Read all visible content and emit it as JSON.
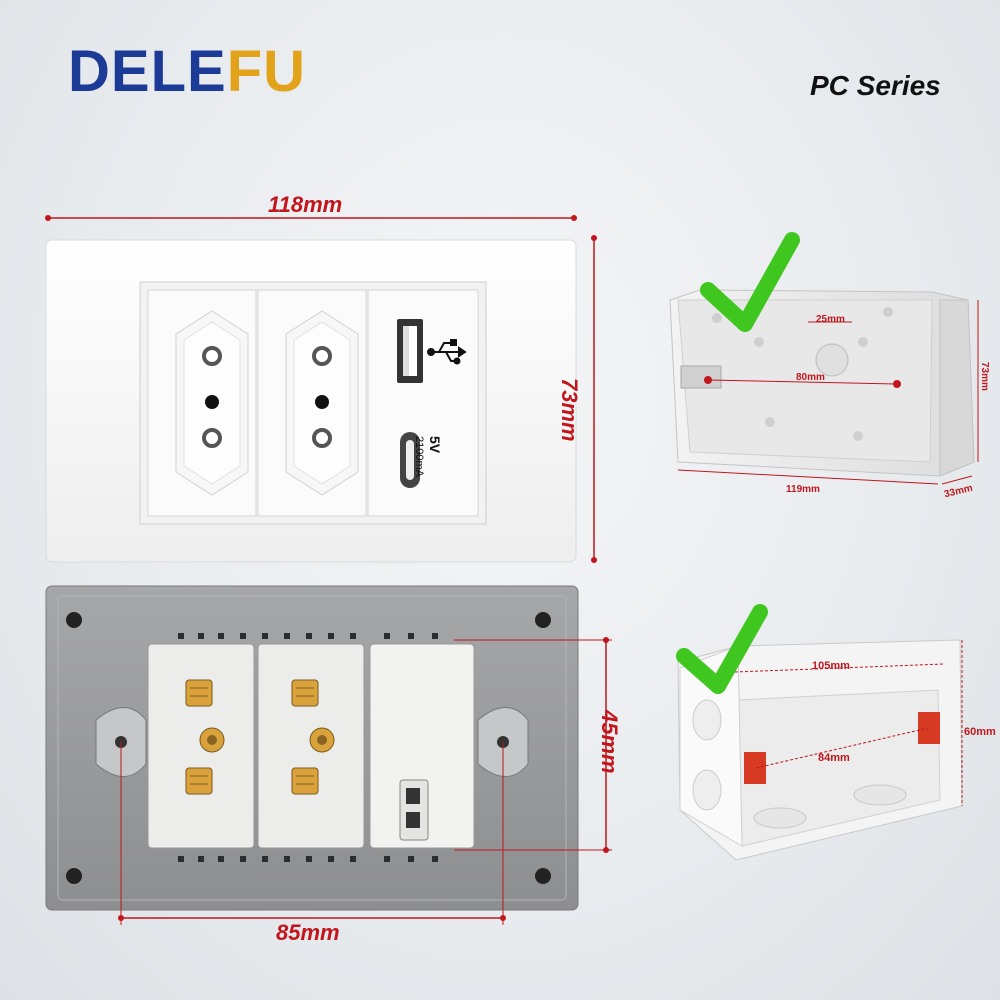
{
  "brand": {
    "name_part1": "DELE",
    "name_part2": "FU",
    "color_primary": "#1b3b97",
    "color_accent": "#e2a21a"
  },
  "series_label": "PC Series",
  "front_panel": {
    "width_label": "118mm",
    "height_label": "73mm",
    "usb_rating_voltage": "5V",
    "usb_rating_current": "2100mA"
  },
  "back_panel": {
    "height_label": "45mm",
    "width_label": "85mm"
  },
  "box_top": {
    "width_label": "119mm",
    "height_label": "73mm",
    "depth_label": "33mm",
    "hole_spacing_label": "80mm",
    "slot_label": "25mm"
  },
  "box_bottom": {
    "inner_width_label": "105mm",
    "hole_spacing_label": "84mm",
    "height_label": "60mm"
  },
  "colors": {
    "dimension_red": "#c0161c",
    "check_green": "#3fc61f"
  }
}
